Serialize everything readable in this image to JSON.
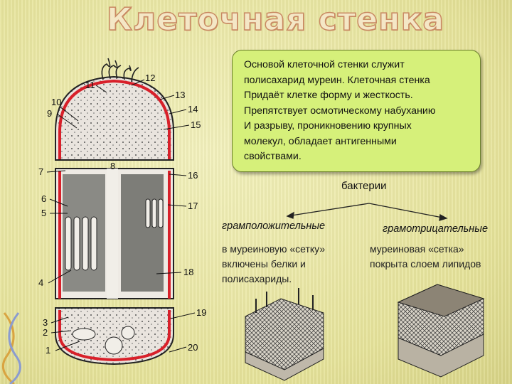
{
  "slide": {
    "title": "Клеточная стенка",
    "infobox_lines": [
      "Основой клеточной стенки служит",
      "полисахарид муреин. Клеточная стенка",
      "Придаёт  клетке форму и жесткость.",
      "Препятствует осмотическому набуханию",
      "И разрыву, проникновению  крупных",
      "молекул, обладает антигенными",
      " свойствами."
    ],
    "bacteria_label": "бактерии",
    "gram_positive": {
      "label": "грамположительные",
      "desc_lines": [
        "в муреиновую «сетку»",
        "включены белки и",
        "полисахариды."
      ]
    },
    "gram_negative": {
      "label": "грамотрицательные",
      "desc_lines": [
        "муреиновая «сетка»",
        "покрыта слоем липидов"
      ]
    }
  },
  "diagram_labels": [
    "1",
    "2",
    "3",
    "4",
    "5",
    "6",
    "7",
    "8",
    "9",
    "10",
    "11",
    "12",
    "13",
    "14",
    "15",
    "16",
    "17",
    "18",
    "19",
    "20"
  ],
  "colors": {
    "cell_wall": "#d8202a",
    "infobox": "#d6f07a",
    "title_outline": "#c98a63"
  }
}
